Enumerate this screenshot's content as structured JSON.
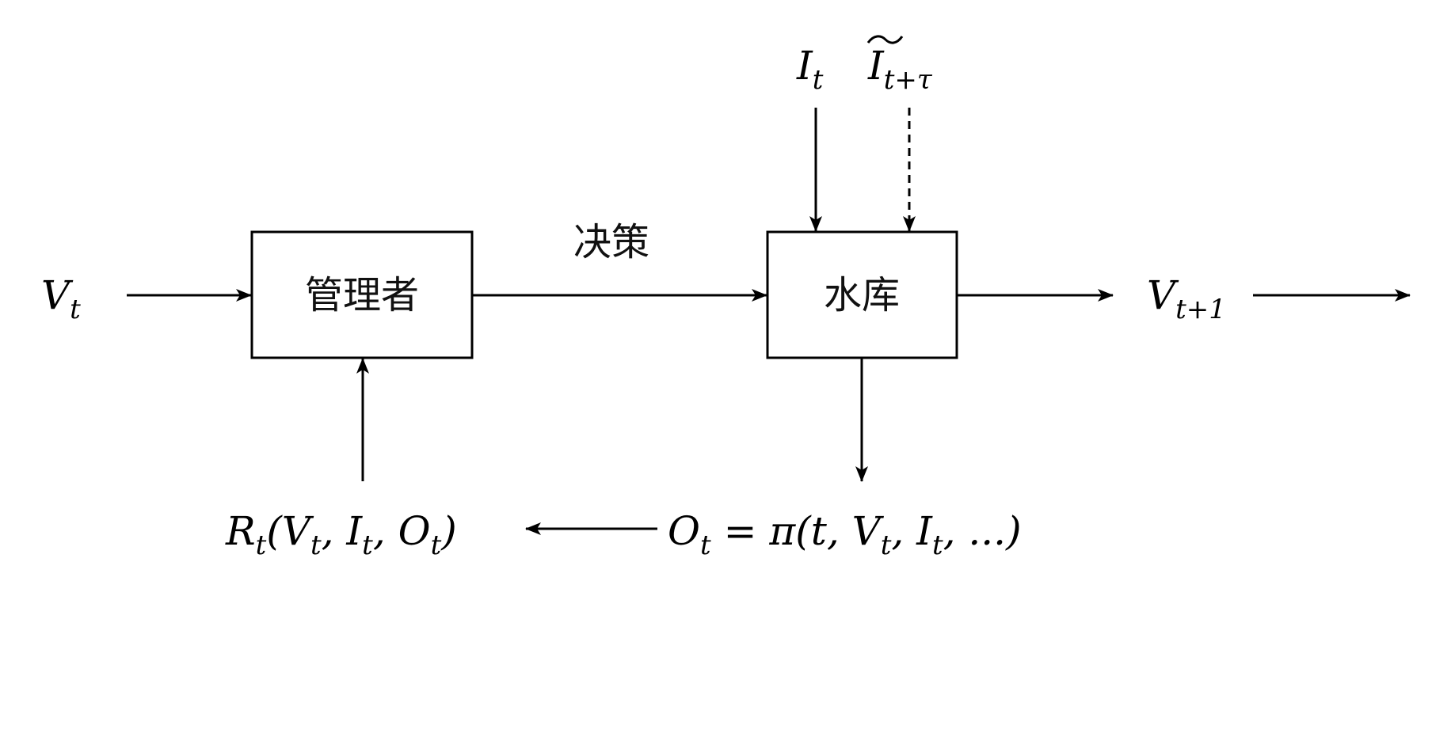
{
  "diagram": {
    "type": "flow-diagram",
    "nodes": {
      "manager": {
        "label": "管理者"
      },
      "reservoir": {
        "label": "水库"
      }
    },
    "edge_labels": {
      "decision": "决策"
    },
    "symbols": {
      "v_t": {
        "base": "V",
        "sub": "t"
      },
      "v_t1": {
        "base": "V",
        "sub": "t+1"
      },
      "i_t": {
        "base": "I",
        "sub": "t"
      },
      "i_forecast": {
        "base": "I",
        "sub": "t+τ",
        "accent": "~"
      },
      "reward": {
        "text": "R",
        "sub": "t",
        "args": "(V",
        "a1sub": "t",
        "a2": ", I",
        "a2sub": "t",
        "a3": ", O",
        "a3sub": "t",
        "close": ")"
      },
      "outflow": {
        "text": "O",
        "sub": "t",
        "eq": " = π(t, V",
        "a1sub": "t",
        "a2": ", I",
        "a2sub": "t",
        "tail": ", ...)"
      }
    },
    "edges": [
      {
        "from": "v_t",
        "to": "manager",
        "style": "solid"
      },
      {
        "from": "manager",
        "to": "reservoir",
        "style": "solid",
        "label": "决策"
      },
      {
        "from": "i_t",
        "to": "reservoir",
        "style": "solid"
      },
      {
        "from": "i_forecast",
        "to": "reservoir",
        "style": "dashed"
      },
      {
        "from": "reservoir",
        "to": "v_t1",
        "style": "solid"
      },
      {
        "from": "v_t1",
        "to": "next",
        "style": "solid"
      },
      {
        "from": "reservoir",
        "to": "outflow",
        "style": "solid"
      },
      {
        "from": "outflow",
        "to": "reward",
        "style": "solid"
      },
      {
        "from": "reward",
        "to": "manager",
        "style": "solid"
      }
    ]
  }
}
